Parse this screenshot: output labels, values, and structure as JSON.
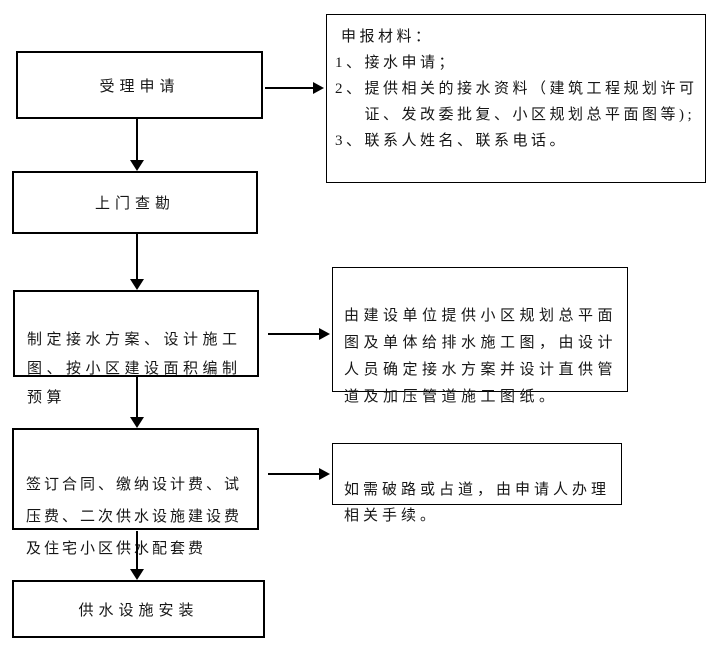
{
  "diagram": {
    "type": "flowchart",
    "nodes": {
      "accept": {
        "label": "受理申请"
      },
      "survey": {
        "label": "上门查勘"
      },
      "plan": {
        "lines": [
          "制定接水方案、设计施工",
          "图、按小区建设面积编制",
          "预算"
        ]
      },
      "contract": {
        "lines": [
          "签订合同、缴纳设计费、试",
          "压费、二次供水设施建设费",
          "及住宅小区供水配套费"
        ]
      },
      "install": {
        "label": "供水设施安装"
      },
      "materials": {
        "title": "申报材料：",
        "items": [
          {
            "num": "1、",
            "text": "接水申请；"
          },
          {
            "num": "2、",
            "text": "提供相关的接水资料（建筑工程规划许可证、发改委批复、小区规划总平面图等);"
          },
          {
            "num": "3、",
            "text": "联系人姓名、联系电话。"
          }
        ]
      },
      "design_note": {
        "lines": [
          "由建设单位提供小区规划总平面",
          "图及单体给排水施工图，由设计",
          "人员确定接水方案并设计直供管",
          "道及加压管道施工图纸。"
        ]
      },
      "road_note": {
        "lines": [
          "如需破路或占道，由申请人办理",
          "相关手续。"
        ]
      }
    },
    "edges": [
      {
        "from": "accept",
        "to": "survey"
      },
      {
        "from": "survey",
        "to": "plan"
      },
      {
        "from": "plan",
        "to": "contract"
      },
      {
        "from": "contract",
        "to": "install"
      },
      {
        "from": "accept",
        "to": "materials"
      },
      {
        "from": "plan",
        "to": "design_note"
      },
      {
        "from": "contract",
        "to": "road_note"
      }
    ],
    "colors": {
      "line": "#000000",
      "text": "#161616",
      "background": "#ffffff"
    }
  }
}
